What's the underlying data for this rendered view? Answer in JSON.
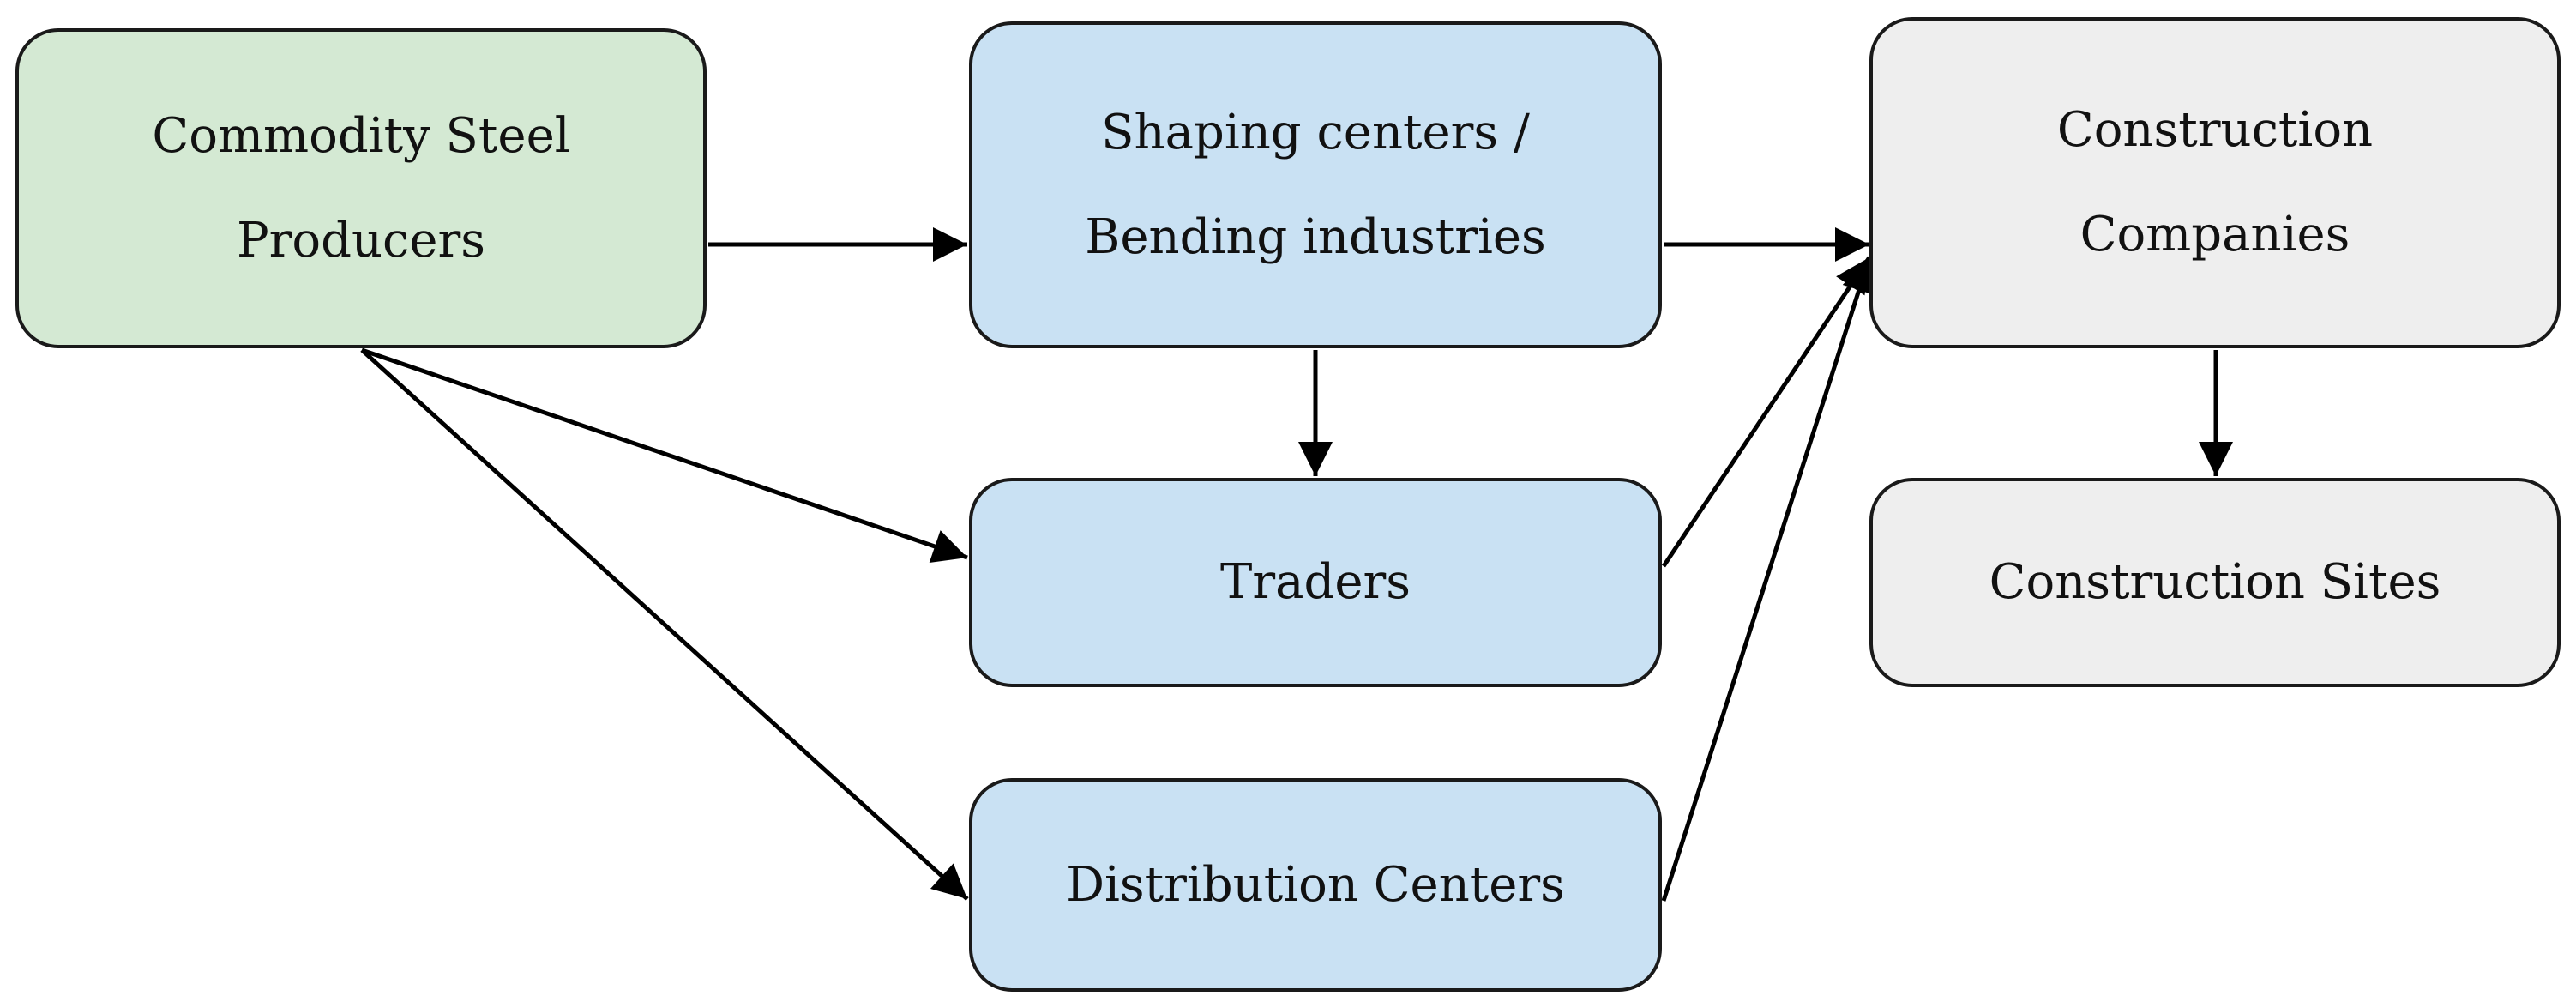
{
  "nodes": {
    "producers": {
      "line1": "Commodity Steel",
      "line2": "Producers"
    },
    "shaping": {
      "line1": "Shaping centers /",
      "line2": "Bending industries"
    },
    "construction": {
      "line1": "Construction",
      "line2": "Companies"
    },
    "traders": {
      "label": "Traders"
    },
    "sites": {
      "label": "Construction Sites"
    },
    "distribution": {
      "label": "Distribution Centers"
    }
  },
  "edges": [
    {
      "from": "producers",
      "to": "shaping"
    },
    {
      "from": "producers",
      "to": "traders"
    },
    {
      "from": "producers",
      "to": "distribution"
    },
    {
      "from": "shaping",
      "to": "traders"
    },
    {
      "from": "shaping",
      "to": "construction"
    },
    {
      "from": "traders",
      "to": "construction"
    },
    {
      "from": "distribution",
      "to": "construction"
    },
    {
      "from": "construction",
      "to": "sites"
    }
  ],
  "colors": {
    "producers": "#d4e9d3",
    "intermediaries": "#c9e1f3",
    "construction": "#eeeeee",
    "stroke": "#1a1a1a"
  }
}
